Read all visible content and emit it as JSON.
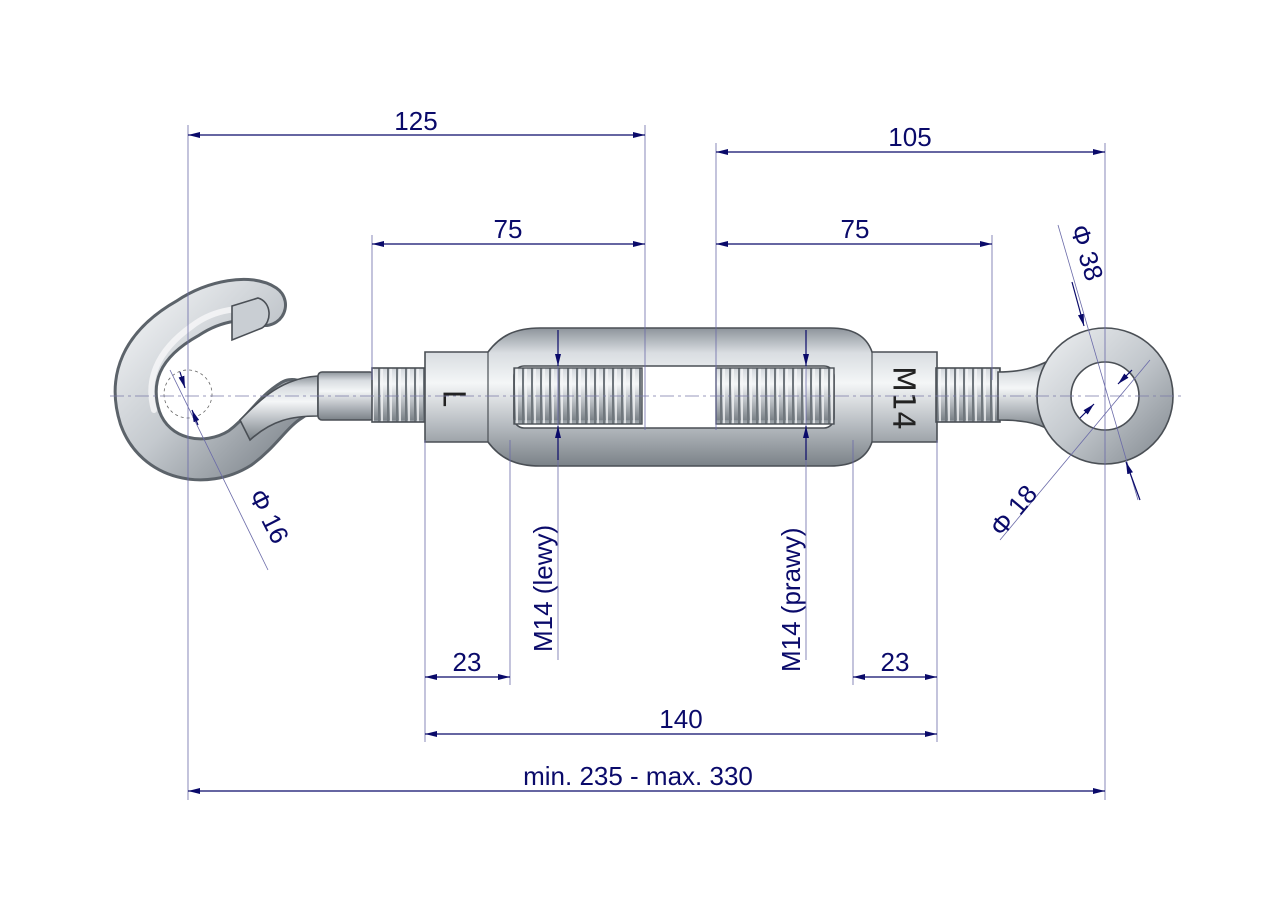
{
  "dimensions": {
    "length_hook_to_body_end": "125",
    "length_body_to_eye": "105",
    "thread_left": "75",
    "thread_right": "75",
    "eye_outer": "Φ 38",
    "eye_inner": "Φ 18",
    "hook_wire": "Φ 16",
    "thread_left_label": "M14  (lewy)",
    "thread_right_label": "M14  (prawy)",
    "collar_left": "23",
    "collar_right": "23",
    "body_length": "140",
    "total_length": "min. 235 - max. 330"
  },
  "markings": {
    "left_mark": "L",
    "right_mark": "M14"
  },
  "colors": {
    "dimension": "#0a0a6a",
    "steel_light": "#e4e7ea",
    "steel_dark": "#8a9096"
  }
}
